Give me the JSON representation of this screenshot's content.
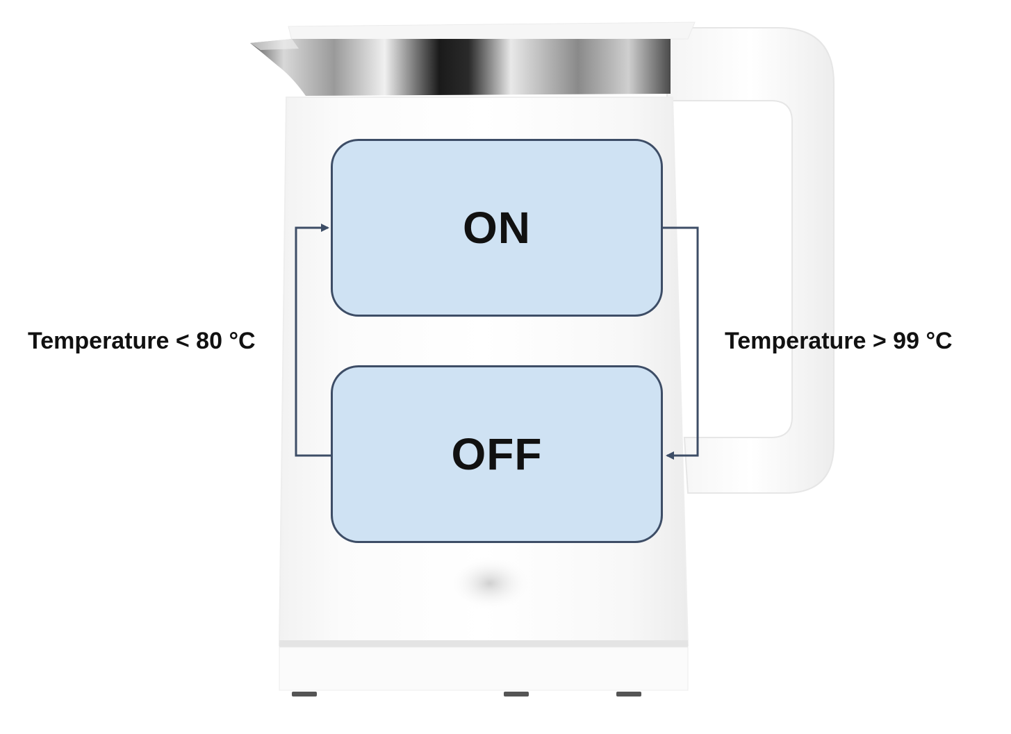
{
  "diagram": {
    "states": [
      {
        "id": "on",
        "label": "ON"
      },
      {
        "id": "off",
        "label": "OFF"
      }
    ],
    "transitions": [
      {
        "from": "off",
        "to": "on",
        "label": "Temperature < 80 °C"
      },
      {
        "from": "on",
        "to": "off",
        "label": "Temperature > 99 °C"
      }
    ]
  },
  "colors": {
    "box_fill": "#cfe2f3",
    "box_stroke": "#3d4d66",
    "arrow": "#3d4d66",
    "text": "#111111"
  },
  "background_image": "white-electric-kettle"
}
